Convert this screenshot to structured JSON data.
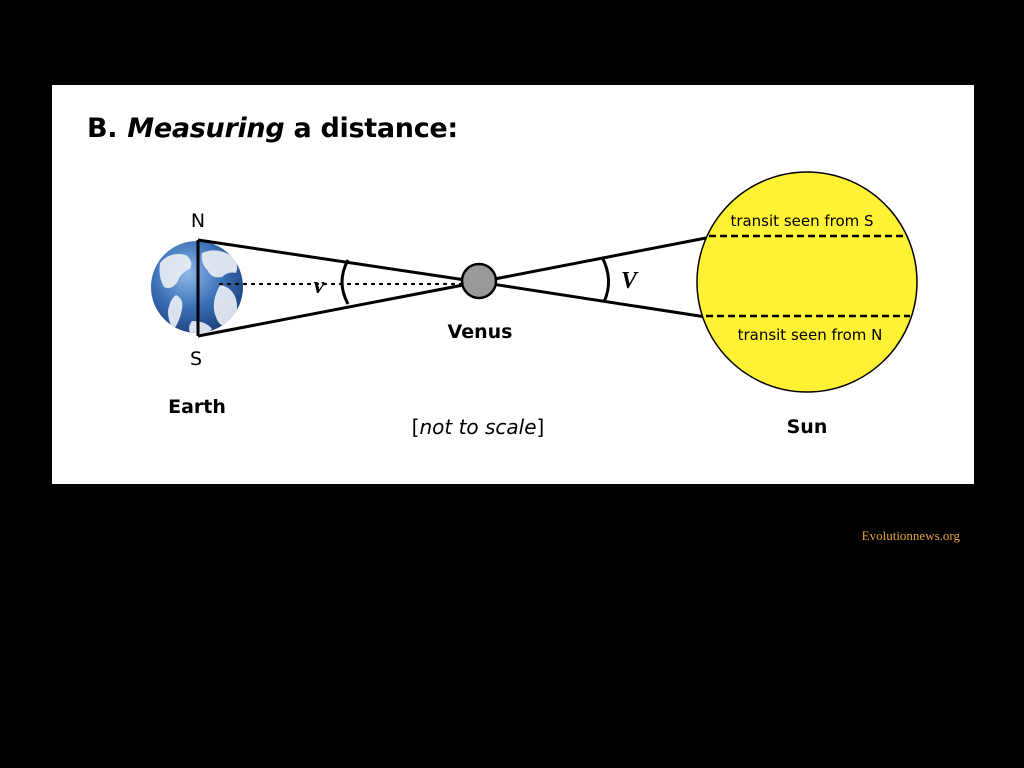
{
  "heading": {
    "prefix": "B.",
    "emphasis": "Measuring",
    "rest": "a distance:"
  },
  "labels": {
    "north": "N",
    "south": "S",
    "earth": "Earth",
    "venus": "Venus",
    "sun": "Sun",
    "angle_left": "v",
    "angle_right": "V",
    "transit_from_s": "transit seen from S",
    "transit_from_n": "transit seen from N",
    "scale_note_open": "[",
    "scale_note_text": "not to scale",
    "scale_note_close": "]"
  },
  "colors": {
    "background": "#000000",
    "panel": "#ffffff",
    "sun": "#fff133",
    "venus": "#999999",
    "earth_ocean": "#3a6fb6",
    "credit": "#e6a13a"
  },
  "credit": "Evolutionnews.org"
}
